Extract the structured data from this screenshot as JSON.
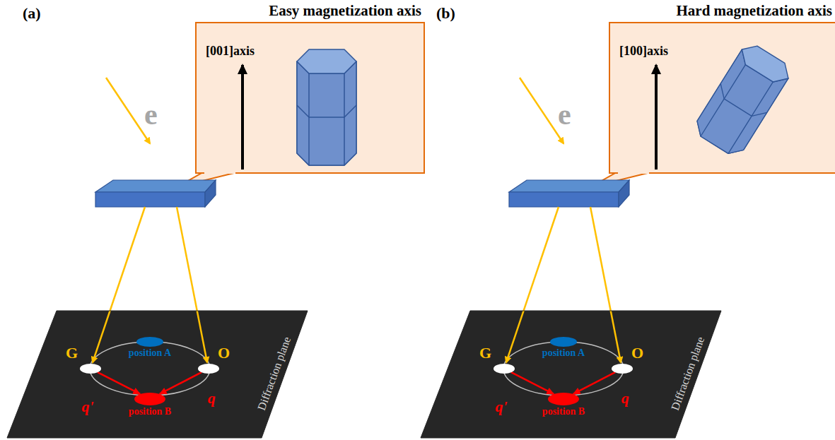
{
  "diagram": {
    "nodes": [
      {
        "text": [
          "Easy magnetization axis",
          "[001]axis"
        ]
      },
      {
        "text": [
          "Diffraction plane"
        ]
      },
      {
        "text": [
          "G"
        ],
        "in": 1
      },
      {
        "text": [
          "position A"
        ],
        "in": 1
      },
      {
        "text": [
          "O"
        ],
        "in": 1
      },
      {
        "text": [
          "position B"
        ],
        "in": 1
      },
      {
        "text": [
          "Hard magnetization axis",
          "[100]axis"
        ]
      },
      {
        "text": [
          "Diffraction plane"
        ]
      },
      {
        "text": [
          "G"
        ],
        "in": 7
      },
      {
        "text": [
          "position A"
        ],
        "in": 7
      },
      {
        "text": [
          "O"
        ],
        "in": 7
      },
      {
        "text": [
          "position B"
        ],
        "in": 7
      }
    ],
    "edges": [
      {
        "from": 2,
        "to": 5,
        "label": "q'",
        "arrow": "to"
      },
      {
        "from": 4,
        "to": 5,
        "label": "q",
        "arrow": "to"
      },
      {
        "from": 8,
        "to": 11,
        "label": "q'",
        "arrow": "to"
      },
      {
        "from": 10,
        "to": 11,
        "label": "q",
        "arrow": "to"
      }
    ],
    "labels": [
      "(a)",
      "e",
      "(b)",
      "e"
    ]
  }
}
